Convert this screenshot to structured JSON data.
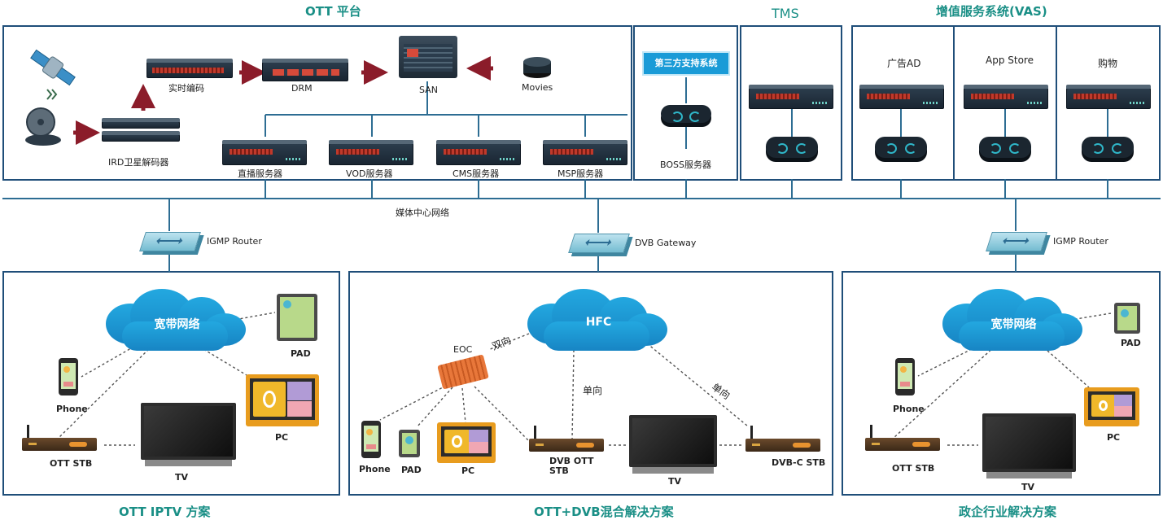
{
  "sections": {
    "ott_platform": "OTT 平台",
    "tms": "TMS",
    "vas": "增值服务系统(VAS)",
    "iptv_solution": "OTT IPTV 方案",
    "hybrid_solution": "OTT+DVB混合解决方案",
    "enterprise_solution": "政企行业解决方案"
  },
  "platform": {
    "realtime_encoding": "实时编码",
    "drm": "DRM",
    "san": "SAN",
    "movies": "Movies",
    "ird": "IRD卫星解码器",
    "live_server": "直播服务器",
    "vod_server": "VOD服务器",
    "cms_server": "CMS服务器",
    "msp_server": "MSP服务器"
  },
  "boss": {
    "third_party": "第三方支持系统",
    "boss_server": "BOSS服务器"
  },
  "vas": {
    "ad": "广告AD",
    "app_store": "App Store",
    "shopping": "购物"
  },
  "network": {
    "media_center": "媒体中心网络",
    "igmp_router_left": "IGMP Router",
    "dvb_gateway": "DVB Gateway",
    "igmp_router_right": "IGMP Router"
  },
  "iptv": {
    "cloud": "宽带网络",
    "pad": "PAD",
    "phone": "Phone",
    "pc": "PC",
    "ott_stb": "OTT STB",
    "tv": "TV"
  },
  "hybrid": {
    "cloud": "HFC",
    "eoc": "EOC",
    "two_way": "双向",
    "one_way_1": "单向",
    "one_way_2": "单向",
    "phone": "Phone",
    "pad": "PAD",
    "pc": "PC",
    "dvb_ott_stb": "DVB OTT\nSTB",
    "tv": "TV",
    "dvbc_stb": "DVB-C STB"
  },
  "enterprise": {
    "cloud": "宽带网络",
    "pad": "PAD",
    "phone": "Phone",
    "pc": "PC",
    "ott_stb": "OTT STB",
    "tv": "TV"
  },
  "colors": {
    "border": "#1f4e79",
    "title": "#1a8f86",
    "cloud": "#1785c4",
    "arrow": "#8b1c2a"
  }
}
